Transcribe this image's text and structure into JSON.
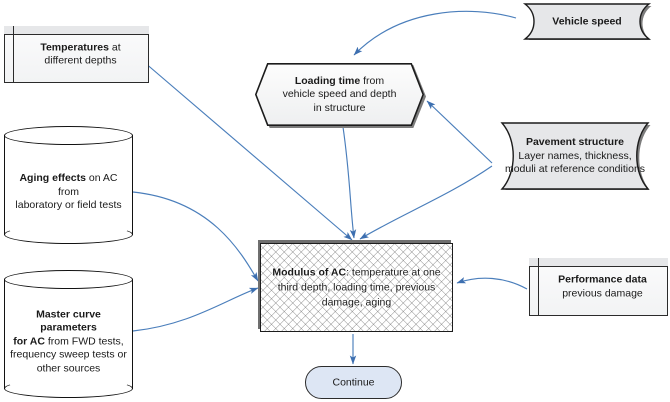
{
  "diagram": {
    "title": "Modulus of AC computation flowchart",
    "colors": {
      "arrow": "#4a7ebb",
      "node_stroke": "#1c1c1c",
      "shape_fill_gray": "#e6e7e9",
      "terminator_fill": "#dde6f4",
      "shadow": "#7c7c7c",
      "text": "#1a1a1a"
    },
    "nodes": [
      {
        "id": "temperatures",
        "shape": "table",
        "bold": "Temperatures",
        "rest": " at",
        "line2": "different depths"
      },
      {
        "id": "aging-effects",
        "shape": "cylinder",
        "bold": "Aging effects",
        "rest": " on AC from",
        "line2": "laboratory or field tests"
      },
      {
        "id": "master-curve-parameters",
        "shape": "cylinder",
        "bold": "Master curve parameters",
        "bold2": "for AC",
        "rest": " from FWD tests,",
        "line3": "frequency sweep tests or",
        "line4": "other sources"
      },
      {
        "id": "loading-time",
        "shape": "hexagon",
        "bold": "Loading time",
        "rest": " from",
        "line2": "vehicle speed and depth",
        "line3": "in structure"
      },
      {
        "id": "vehicle-speed",
        "shape": "stored-data",
        "bold": "Vehicle speed"
      },
      {
        "id": "pavement-structure",
        "shape": "stored-data",
        "bold": "Pavement structure",
        "line2": "Layer names, thickness,",
        "line3": "moduli at reference conditions"
      },
      {
        "id": "modulus-of-ac",
        "shape": "process",
        "bold": "Modulus of AC",
        "rest": ": temperature at one",
        "line2": "third depth, loading time, previous",
        "line3": "damage, aging"
      },
      {
        "id": "performance-data",
        "shape": "table",
        "bold": "Performance data",
        "line2": "previous damage"
      },
      {
        "id": "continue",
        "shape": "terminator",
        "label": "Continue"
      }
    ],
    "edges": [
      {
        "from": "vehicle-speed",
        "to": "loading-time"
      },
      {
        "from": "pavement-structure",
        "to": "loading-time"
      },
      {
        "from": "temperatures",
        "to": "modulus-of-ac"
      },
      {
        "from": "loading-time",
        "to": "modulus-of-ac"
      },
      {
        "from": "pavement-structure",
        "to": "modulus-of-ac"
      },
      {
        "from": "aging-effects",
        "to": "modulus-of-ac"
      },
      {
        "from": "master-curve-parameters",
        "to": "modulus-of-ac"
      },
      {
        "from": "performance-data",
        "to": "modulus-of-ac"
      },
      {
        "from": "modulus-of-ac",
        "to": "continue"
      }
    ]
  }
}
